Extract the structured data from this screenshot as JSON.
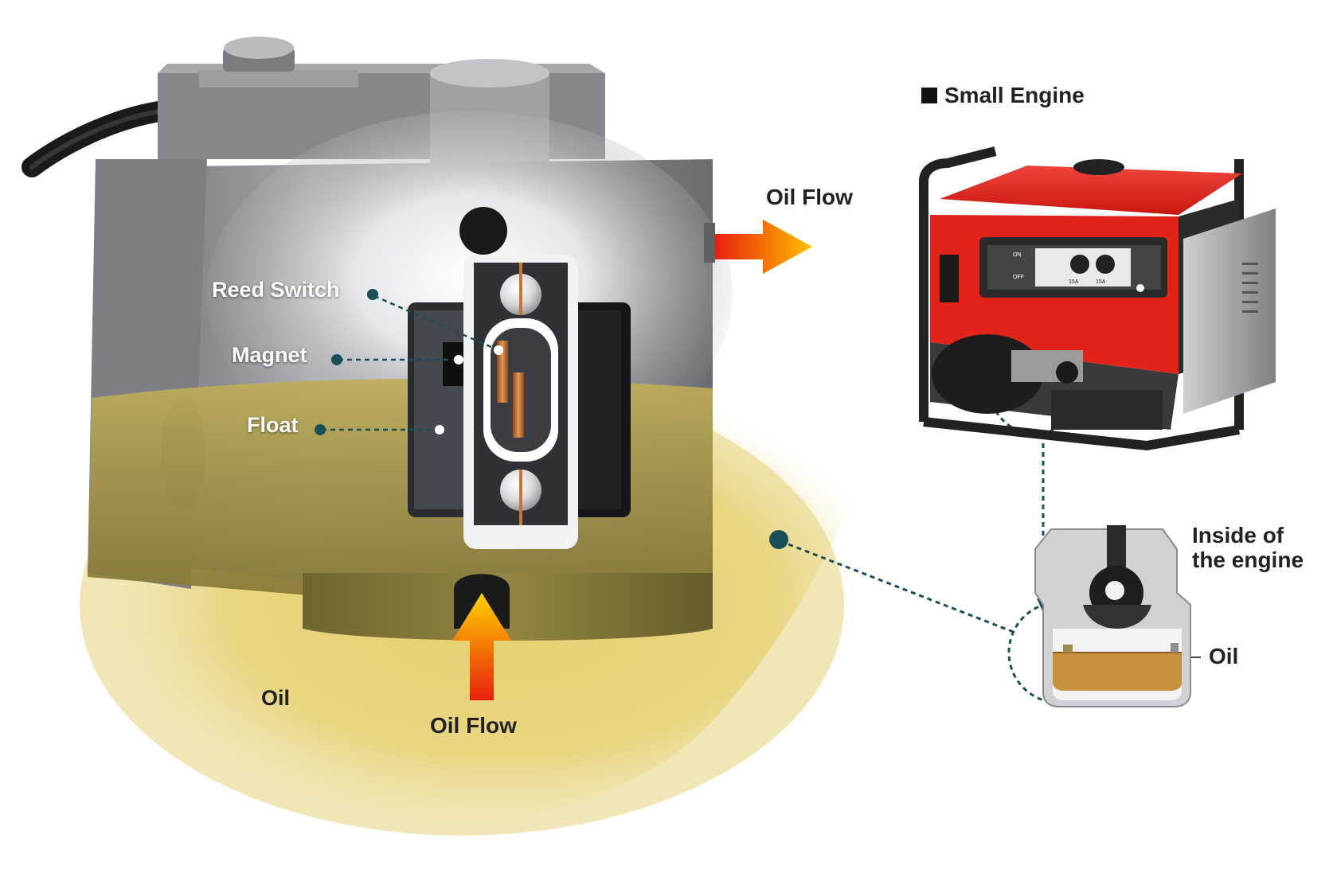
{
  "labels": {
    "reed_switch": "Reed Switch",
    "magnet": "Magnet",
    "float": "Float",
    "oil_left": "Oil",
    "oil_flow_bottom": "Oil Flow",
    "oil_flow_right": "Oil Flow",
    "small_engine": "Small Engine",
    "inside_engine_line1": "Inside of",
    "inside_engine_line2": "the engine",
    "oil_right": "Oil",
    "outlet_on": "ON",
    "outlet_off": "OFF",
    "outlet_rating_1": "15A",
    "outlet_rating_2": "15A"
  },
  "colors": {
    "leader_line": "#1a4f57",
    "oil_fill": "#e8d67c",
    "housing_metal": "#8d8f94",
    "generator_red": "#e2231a",
    "engine_oil": "#c8913d",
    "arrow_gradient_start": "#e8200c",
    "arrow_gradient_end": "#ffd200"
  },
  "icons": {
    "flow_arrow": "gradient-arrow",
    "title_marker": "black-square"
  }
}
